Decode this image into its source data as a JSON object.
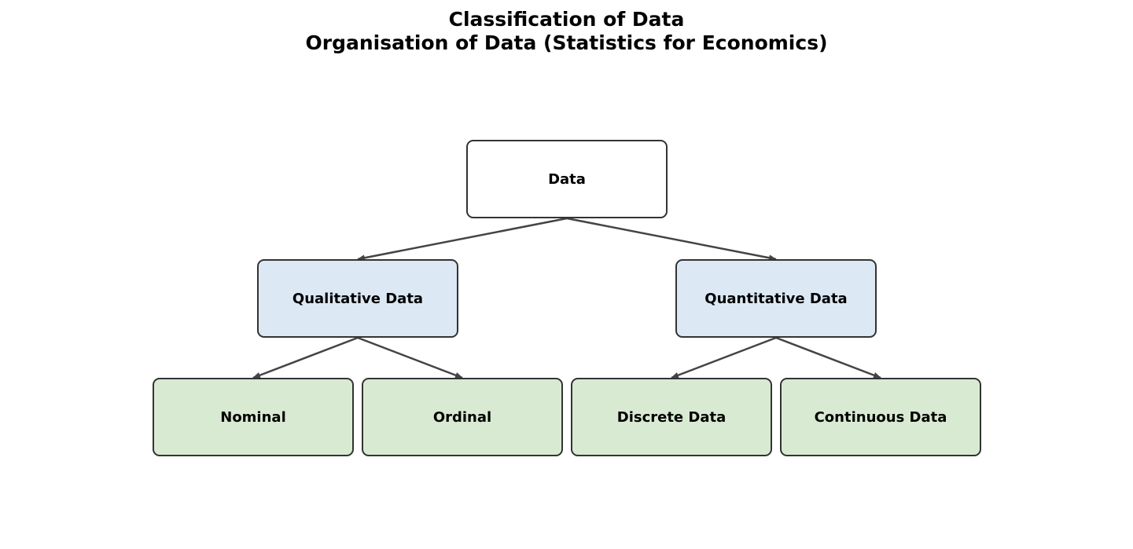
{
  "title": {
    "line1": "Classification of Data",
    "line2": "Organisation of Data (Statistics for Economics)"
  },
  "colors": {
    "root_fill": "#ffffff",
    "category_fill": "#dce8f4",
    "leaf_fill": "#d9ead3",
    "border": "#333333",
    "edge": "#444444"
  },
  "nodes": {
    "root": "Data",
    "qualitative": "Qualitative Data",
    "quantitative": "Quantitative Data",
    "nominal": "Nominal",
    "ordinal": "Ordinal",
    "discrete": "Discrete Data",
    "continuous": "Continuous Data"
  },
  "edges": [
    {
      "from": "root",
      "to": "qualitative"
    },
    {
      "from": "root",
      "to": "quantitative"
    },
    {
      "from": "qualitative",
      "to": "nominal"
    },
    {
      "from": "qualitative",
      "to": "ordinal"
    },
    {
      "from": "quantitative",
      "to": "discrete"
    },
    {
      "from": "quantitative",
      "to": "continuous"
    }
  ]
}
